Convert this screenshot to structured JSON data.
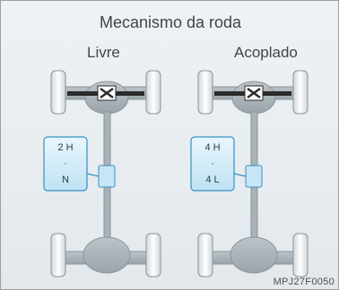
{
  "title": "Mecanismo da roda",
  "modes": [
    {
      "label": "Livre",
      "positions": [
        "2 H",
        "·",
        "N"
      ]
    },
    {
      "label": "Acoplado",
      "positions": [
        "4 H",
        "·",
        "4 L"
      ]
    }
  ],
  "figure_code": "MPJ27F0050",
  "colors": {
    "background": "#e6ecef",
    "chassis": "#a9b2b8",
    "tire": "#ffffff",
    "lever_box": "#c6e6f6",
    "lever_border": "#3a8fc4",
    "shaft": "#2b2b2b",
    "text": "#3f4548"
  }
}
